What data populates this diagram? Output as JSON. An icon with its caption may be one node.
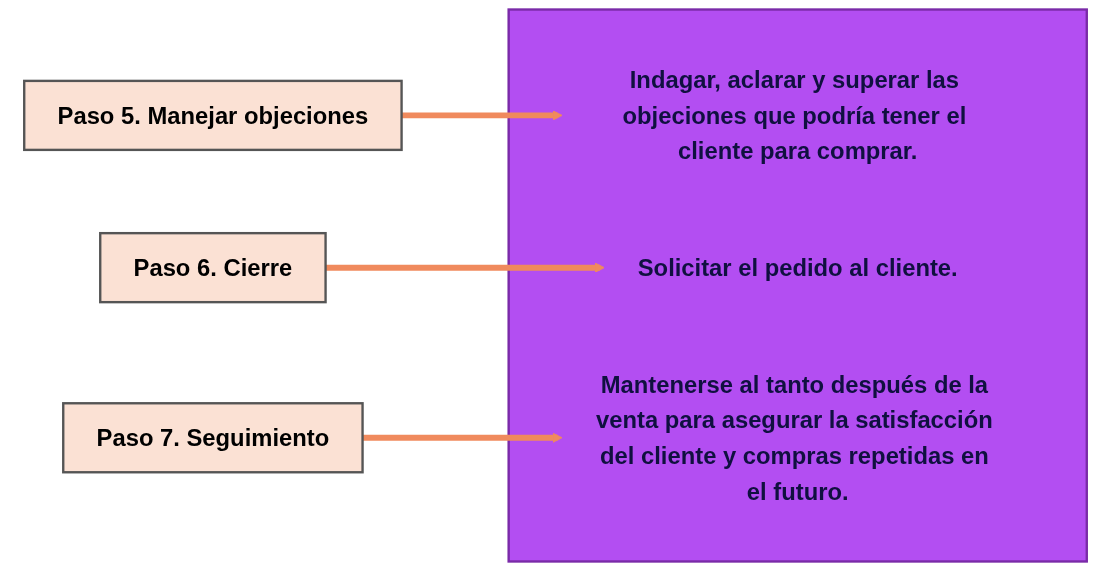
{
  "diagram": {
    "nodes": [
      {
        "text": [
          "Paso 5.  Manejar objeciones"
        ]
      },
      {
        "text": [
          "Paso  6.  Cierre"
        ]
      },
      {
        "text": [
          "Paso 7.  Seguimiento"
        ]
      },
      {
        "text": [],
        "shape": "box"
      },
      {
        "text": [
          "Indagar, aclarar y superar las objeciones que podría tener el cliente para comprar."
        ],
        "in": 3
      },
      {
        "text": [
          "Solicitar el pedido al cliente."
        ],
        "in": 3
      },
      {
        "text": [
          "Mantenerse al tanto después de la venta para asegurar la satisfacción del cliente y compras repetidas en el futuro."
        ],
        "in": 3
      }
    ],
    "edges": [
      {
        "from": 0,
        "to": 4,
        "arrow": "to"
      },
      {
        "from": 1,
        "to": 5,
        "arrow": "to"
      },
      {
        "from": 2,
        "to": 6,
        "arrow": "to"
      }
    ]
  }
}
